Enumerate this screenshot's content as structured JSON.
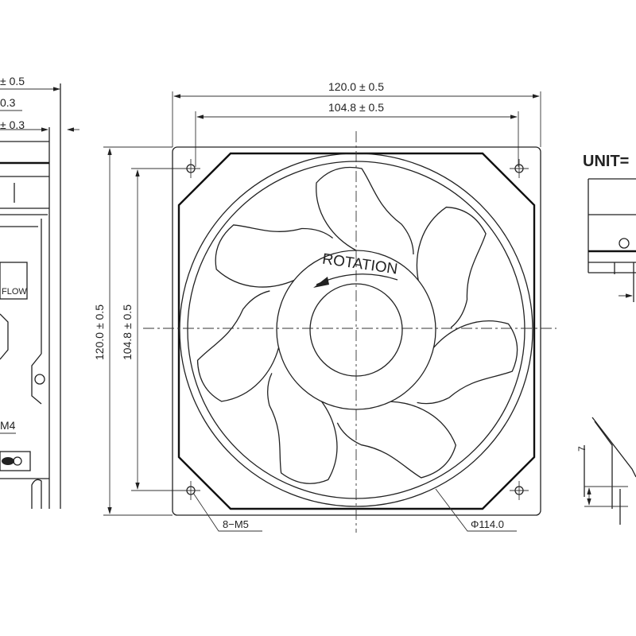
{
  "left_view": {
    "dim1": "± 0.5",
    "dim2": "0.3",
    "dim3": "± 0.3",
    "airflow_label": "FLOW",
    "screw_label": "M4"
  },
  "front_view": {
    "outer_width": "120.0 ± 0.5",
    "hole_pitch_width": "104.8 ± 0.5",
    "outer_height": "120.0 ± 0.5",
    "hole_pitch_height": "104.8 ± 0.5",
    "rotation_label": "ROTATION",
    "mount_holes": "8−M5",
    "diameter": "Φ114.0"
  },
  "right_view": {
    "unit_label": "UNIT=",
    "terminal_dim": "7"
  }
}
